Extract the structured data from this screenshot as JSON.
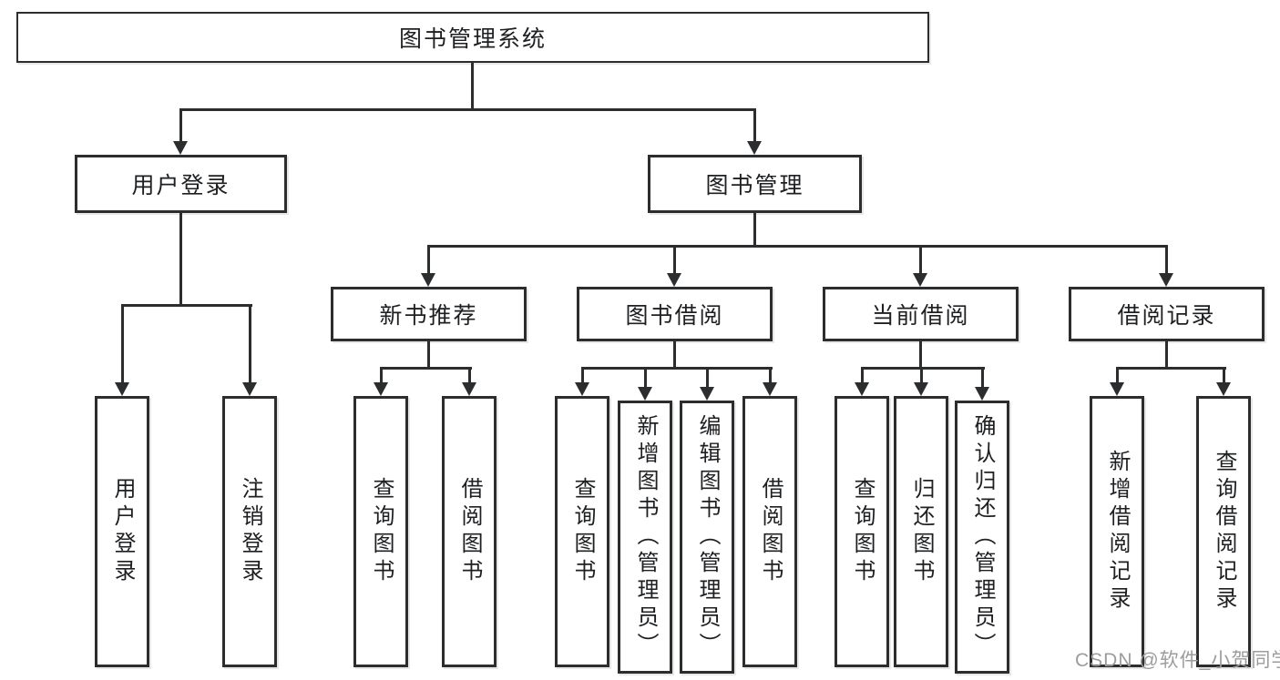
{
  "diagram": {
    "root": {
      "label": "图书管理系统"
    },
    "branches": [
      {
        "label": "用户登录",
        "children": [
          {
            "label": "用户登录"
          },
          {
            "label": "注销登录"
          }
        ]
      },
      {
        "label": "图书管理",
        "children": [
          {
            "label": "新书推荐",
            "children": [
              {
                "label": "查询图书"
              },
              {
                "label": "借阅图书"
              }
            ]
          },
          {
            "label": "图书借阅",
            "children": [
              {
                "label": "查询图书"
              },
              {
                "label": "新增图书（管理员）"
              },
              {
                "label": "编辑图书（管理员）"
              },
              {
                "label": "借阅图书"
              }
            ]
          },
          {
            "label": "当前借阅",
            "children": [
              {
                "label": "查询图书"
              },
              {
                "label": "归还图书"
              },
              {
                "label": "确认归还（管理员）"
              }
            ]
          },
          {
            "label": "借阅记录",
            "children": [
              {
                "label": "新增借阅记录"
              },
              {
                "label": "查询借阅记录"
              }
            ]
          }
        ]
      }
    ]
  },
  "watermark": {
    "text": "CSDN @软件_小贺同学"
  },
  "colors": {
    "line": "#2b2d2f",
    "text": "#1e1f21",
    "watermark": "#9c9c9c",
    "background": "#ffffff"
  }
}
